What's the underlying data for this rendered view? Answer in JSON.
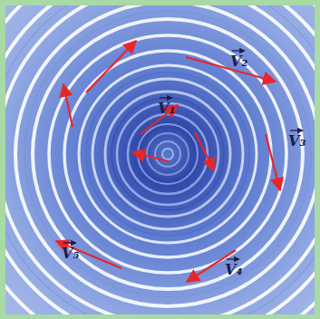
{
  "diagram": {
    "labels": [
      "V₁",
      "V₂",
      "V₃",
      "V₄",
      "V₅"
    ]
  }
}
